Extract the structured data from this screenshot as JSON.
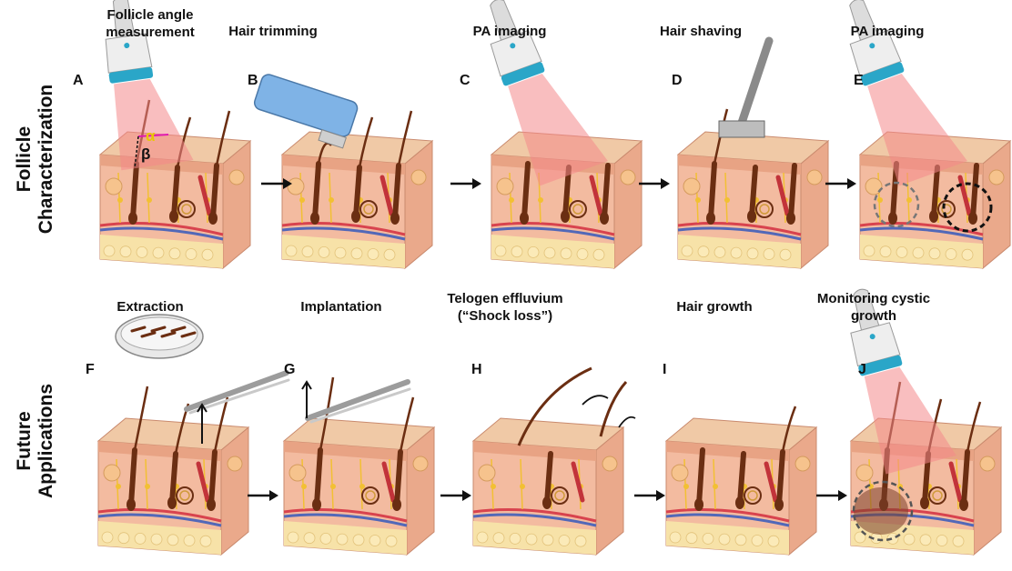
{
  "rows": [
    {
      "label_lines": [
        "Follicle",
        "Characterization"
      ]
    },
    {
      "label_lines": [
        "Future",
        "Applications"
      ]
    }
  ],
  "panels": [
    {
      "letter": "A",
      "title_lines": [
        "Follicle angle",
        "measurement"
      ],
      "angle_labels": [
        "α",
        "β"
      ]
    },
    {
      "letter": "B",
      "title_lines": [
        "Hair trimming"
      ]
    },
    {
      "letter": "C",
      "title_lines": [
        "PA imaging"
      ]
    },
    {
      "letter": "D",
      "title_lines": [
        "Hair shaving"
      ]
    },
    {
      "letter": "E",
      "title_lines": [
        "PA imaging"
      ]
    },
    {
      "letter": "F",
      "title_lines": [
        "Extraction"
      ]
    },
    {
      "letter": "G",
      "title_lines": [
        "Implantation"
      ]
    },
    {
      "letter": "H",
      "title_lines": [
        "Telogen effluvium",
        "(“Shock loss”)"
      ]
    },
    {
      "letter": "I",
      "title_lines": [
        "Hair growth"
      ]
    },
    {
      "letter": "J",
      "title_lines": [
        "Monitoring cystic",
        "growth"
      ]
    }
  ],
  "colors": {
    "skin_top": "#f0c9a6",
    "epidermis": "#e8a384",
    "dermis": "#f3bba0",
    "fat": "#f7e2a8",
    "hair": "#6b2e12",
    "laser": "#f4898a",
    "probe_body": "#dcdcdc",
    "probe_ring": "#2aa6c8",
    "trimmer": "#7fb3e6",
    "razor": "#8a8a8a",
    "artery": "#d8434e",
    "vein": "#5268b8",
    "nerve": "#f2c033"
  },
  "icons": [
    "ultrasound-probe-icon",
    "hair-trimmer-icon",
    "razor-icon",
    "tweezers-icon",
    "petri-dish-icon"
  ]
}
